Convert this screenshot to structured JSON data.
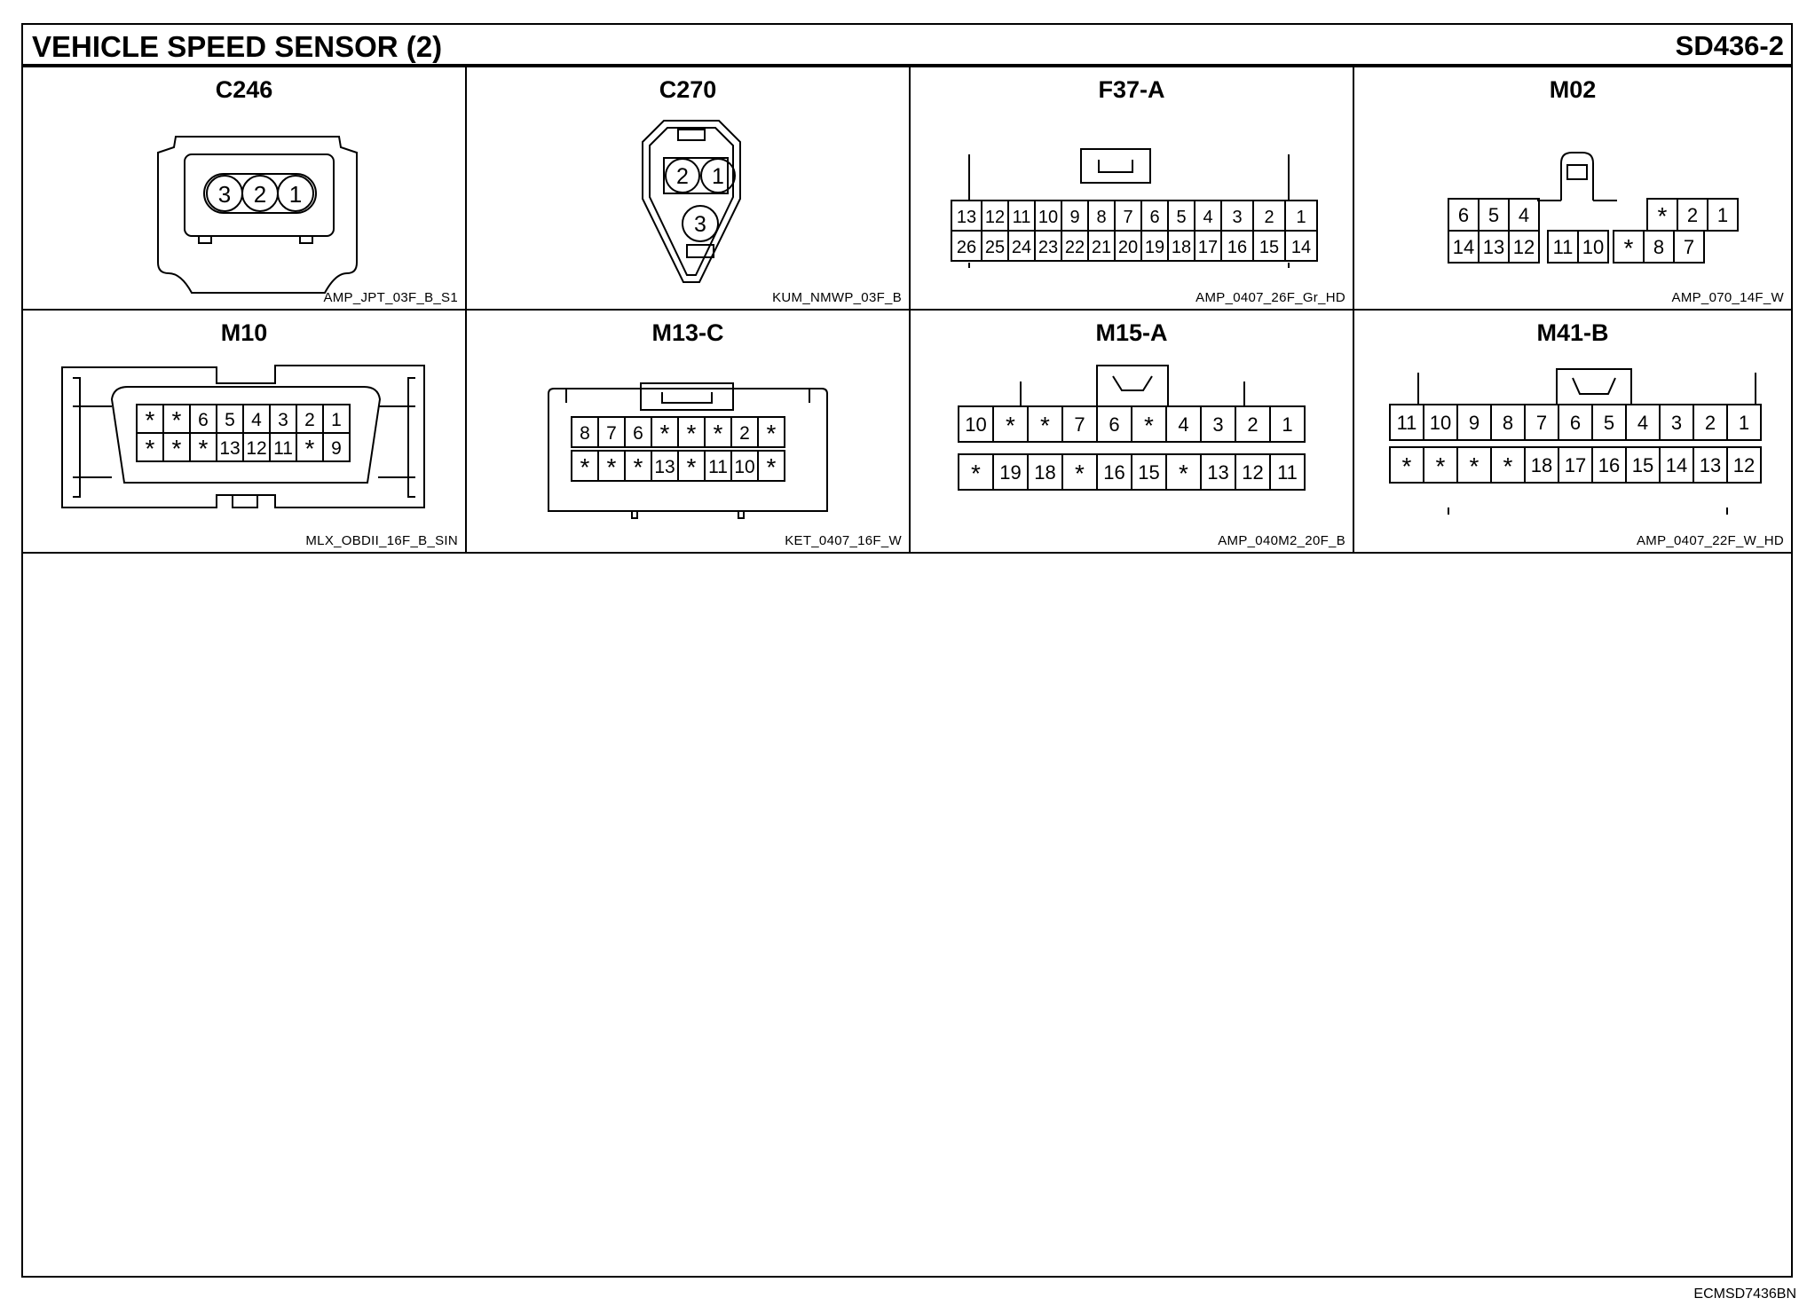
{
  "header": {
    "title": "VEHICLE SPEED SENSOR (2)",
    "code": "SD436-2"
  },
  "footer": {
    "doc_id": "ECMSD7436BN"
  },
  "connectors": [
    {
      "name": "C246",
      "code": "AMP_JPT_03F_B_S1",
      "pins": [
        "3",
        "2",
        "1"
      ]
    },
    {
      "name": "C270",
      "code": "KUM_NMWP_03F_B",
      "pins": [
        "2",
        "1",
        "3"
      ]
    },
    {
      "name": "F37-A",
      "code": "AMP_0407_26F_Gr_HD",
      "rows": [
        [
          "13",
          "12",
          "11",
          "10",
          "9",
          "8",
          "7",
          "6",
          "5",
          "4",
          "3",
          "2",
          "1"
        ],
        [
          "26",
          "25",
          "24",
          "23",
          "22",
          "21",
          "20",
          "19",
          "18",
          "17",
          "16",
          "15",
          "14"
        ]
      ]
    },
    {
      "name": "M02",
      "code": "AMP_070_14F_W",
      "rows": [
        [
          "6",
          "5",
          "4",
          "*",
          "2",
          "1"
        ],
        [
          "14",
          "13",
          "12",
          "11",
          "10",
          "*",
          "8",
          "7"
        ]
      ]
    },
    {
      "name": "M10",
      "code": "MLX_OBDII_16F_B_SIN",
      "rows": [
        [
          "*",
          "*",
          "6",
          "5",
          "4",
          "3",
          "2",
          "1"
        ],
        [
          "*",
          "*",
          "*",
          "13",
          "12",
          "11",
          "*",
          "9"
        ]
      ]
    },
    {
      "name": "M13-C",
      "code": "KET_0407_16F_W",
      "rows": [
        [
          "8",
          "7",
          "6",
          "*",
          "*",
          "*",
          "2",
          "*"
        ],
        [
          "*",
          "*",
          "*",
          "13",
          "*",
          "11",
          "10",
          "*"
        ]
      ]
    },
    {
      "name": "M15-A",
      "code": "AMP_040M2_20F_B",
      "rows": [
        [
          "10",
          "*",
          "*",
          "7",
          "6",
          "*",
          "4",
          "3",
          "2",
          "1"
        ],
        [
          "*",
          "19",
          "18",
          "*",
          "16",
          "15",
          "*",
          "13",
          "12",
          "11"
        ]
      ]
    },
    {
      "name": "M41-B",
      "code": "AMP_0407_22F_W_HD",
      "rows": [
        [
          "11",
          "10",
          "9",
          "8",
          "7",
          "6",
          "5",
          "4",
          "3",
          "2",
          "1"
        ],
        [
          "*",
          "*",
          "*",
          "*",
          "18",
          "17",
          "16",
          "15",
          "14",
          "13",
          "12"
        ]
      ]
    }
  ]
}
